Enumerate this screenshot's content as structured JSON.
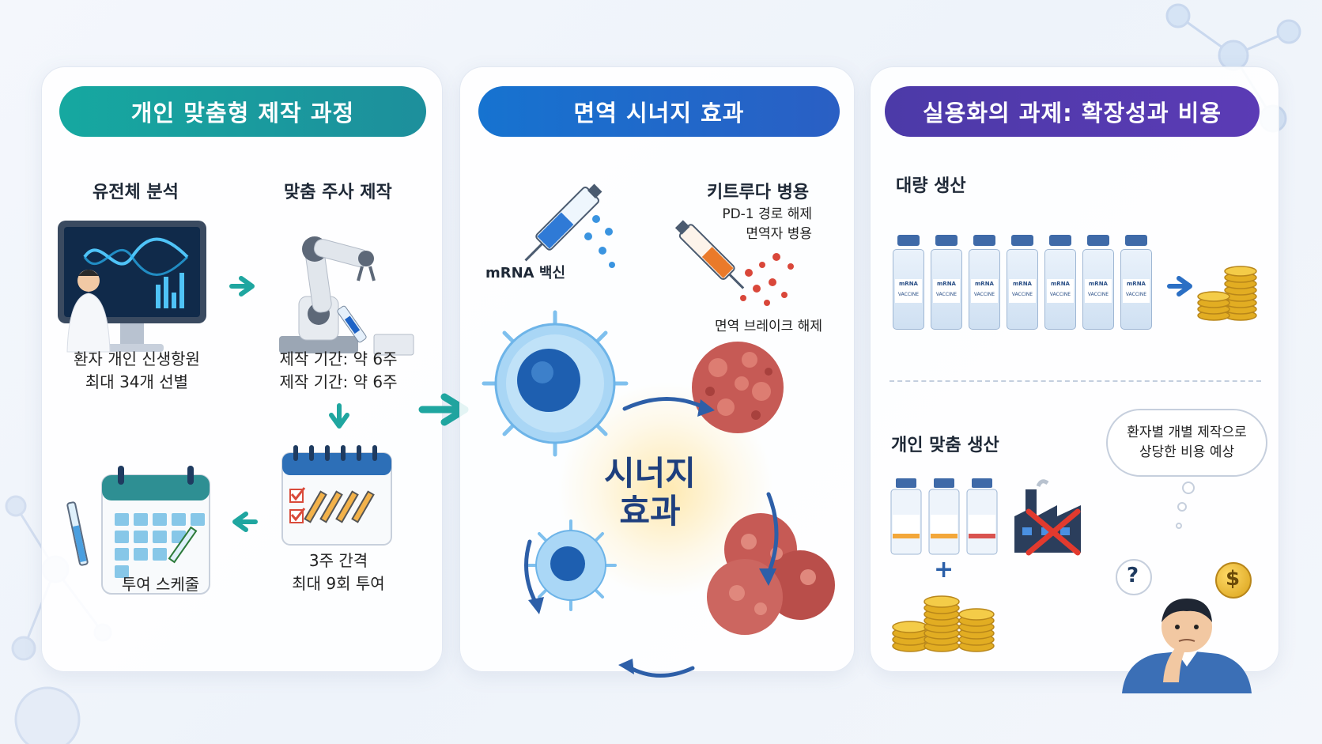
{
  "panel1": {
    "title": "개인 맞춤형 제작 과정",
    "step1_label": "유전체 분석",
    "step2_label": "맞춤 주사 제작",
    "step1_desc_line1": "환자 개인 신생항원",
    "step1_desc_line2": "최대 34개 선별",
    "step2_desc_line1": "제작 기간: 약 6주",
    "step2_desc_line2": "제작 기간: 약 6주",
    "step3_desc_line1": "3주 간격",
    "step3_desc_line2": "최대 9회 투여",
    "step4_label": "투여 스케줄"
  },
  "panel2": {
    "title": "면역 시너지 효과",
    "mrna_label": "mRNA 백신",
    "keytruda_label": "키트루다 병용",
    "keytruda_desc_line1": "PD-1 경로 해제",
    "keytruda_desc_line2": "면역자 병용",
    "brake_label": "면역 브레이크 해제",
    "synergy_line1": "시너지",
    "synergy_line2": "효과"
  },
  "panel3": {
    "title": "실용화의 과제: 확장성과 비용",
    "mass_label": "대량 생산",
    "vial_text": "mRNA",
    "vial_sub": "VACCINE",
    "custom_label": "개인 맞춤 생산",
    "plus": "+",
    "thought_line1": "환자별 개별 제작으로",
    "thought_line2": "상당한 비용 예상",
    "question_mark": "?",
    "dollar": "$"
  },
  "icons": [
    "dna-monitor-icon",
    "robot-arm-icon",
    "calendar-icon",
    "syringe-icon",
    "t-cell-icon",
    "cancer-cell-icon",
    "vial-icon",
    "coin-stack-icon",
    "factory-icon",
    "worried-person-icon",
    "arrow-icon"
  ],
  "colors": {
    "teal": "#16a8a0",
    "blue": "#1673d0",
    "purple": "#4c3aa8",
    "tcell": "#4a9fe0",
    "cancer": "#c85a5a",
    "gold": "#e8b320"
  }
}
